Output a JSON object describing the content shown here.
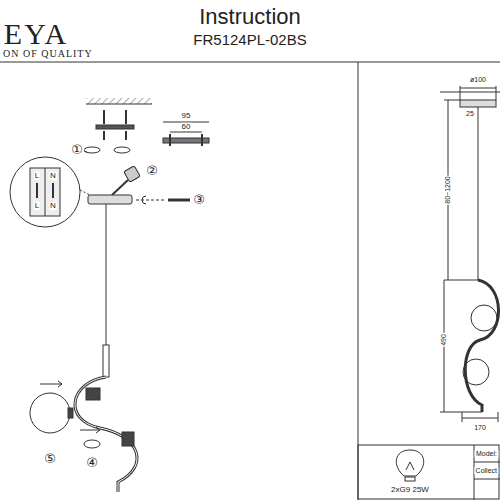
{
  "diagram": {
    "title": "Instruction",
    "labels": [
      "EYA",
      "ON OF QUALITY",
      "FR5124PL-02BS",
      "①",
      "②",
      "③",
      "④",
      "⑤",
      "95",
      "60",
      "L",
      "N",
      "L",
      "N",
      "ø100",
      "25",
      "80~1200",
      "490",
      "170",
      "2xG9 25W",
      "Model:",
      "Collect"
    ]
  }
}
